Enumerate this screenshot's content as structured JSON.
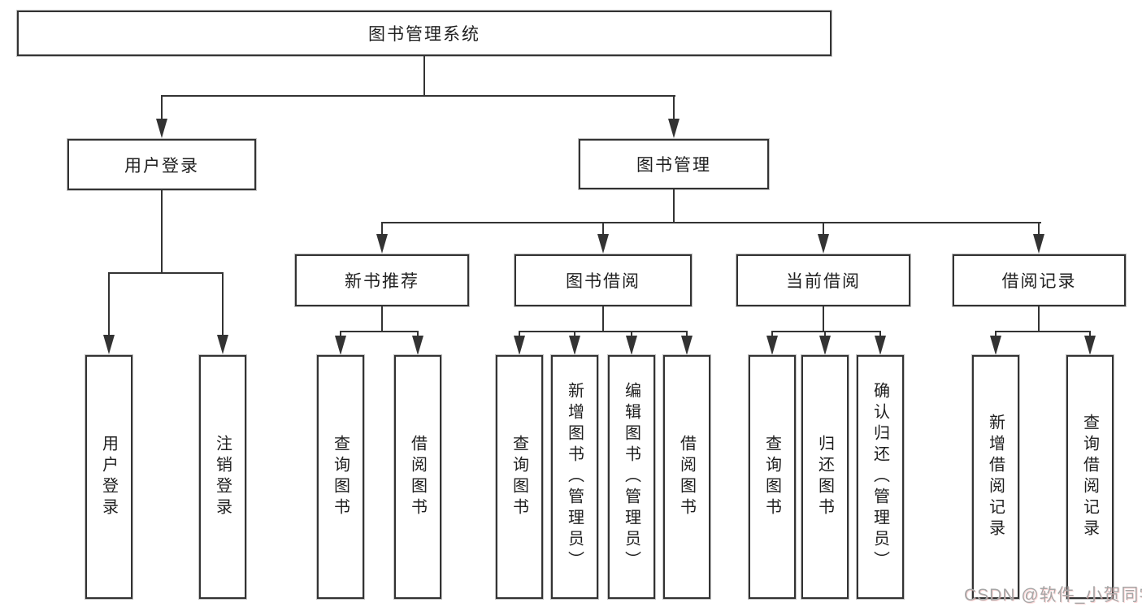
{
  "diagram": {
    "type": "hierarchy-tree",
    "tree": {
      "label": "图书管理系统",
      "children": [
        {
          "label": "用户登录",
          "children": [
            {
              "label": "用户登录"
            },
            {
              "label": "注销登录"
            }
          ]
        },
        {
          "label": "图书管理",
          "children": [
            {
              "label": "新书推荐",
              "children": [
                {
                  "label": "查询图书"
                },
                {
                  "label": "借阅图书"
                }
              ]
            },
            {
              "label": "图书借阅",
              "children": [
                {
                  "label": "查询图书"
                },
                {
                  "label": "新增图书（管理员）"
                },
                {
                  "label": "编辑图书（管理员）"
                },
                {
                  "label": "借阅图书"
                }
              ]
            },
            {
              "label": "当前借阅",
              "children": [
                {
                  "label": "查询图书"
                },
                {
                  "label": "归还图书"
                },
                {
                  "label": "确认归还（管理员）"
                }
              ]
            },
            {
              "label": "借阅记录",
              "children": [
                {
                  "label": "新增借阅记录"
                },
                {
                  "label": "查询借阅记录"
                }
              ]
            }
          ]
        }
      ]
    },
    "colors": {
      "line": "#333333",
      "box_border": "#333333",
      "text": "#1f1f1f",
      "background": "#ffffff"
    }
  },
  "watermark": {
    "text": "CSDN @软件_小贺同学",
    "color": "#a6a6a6"
  }
}
